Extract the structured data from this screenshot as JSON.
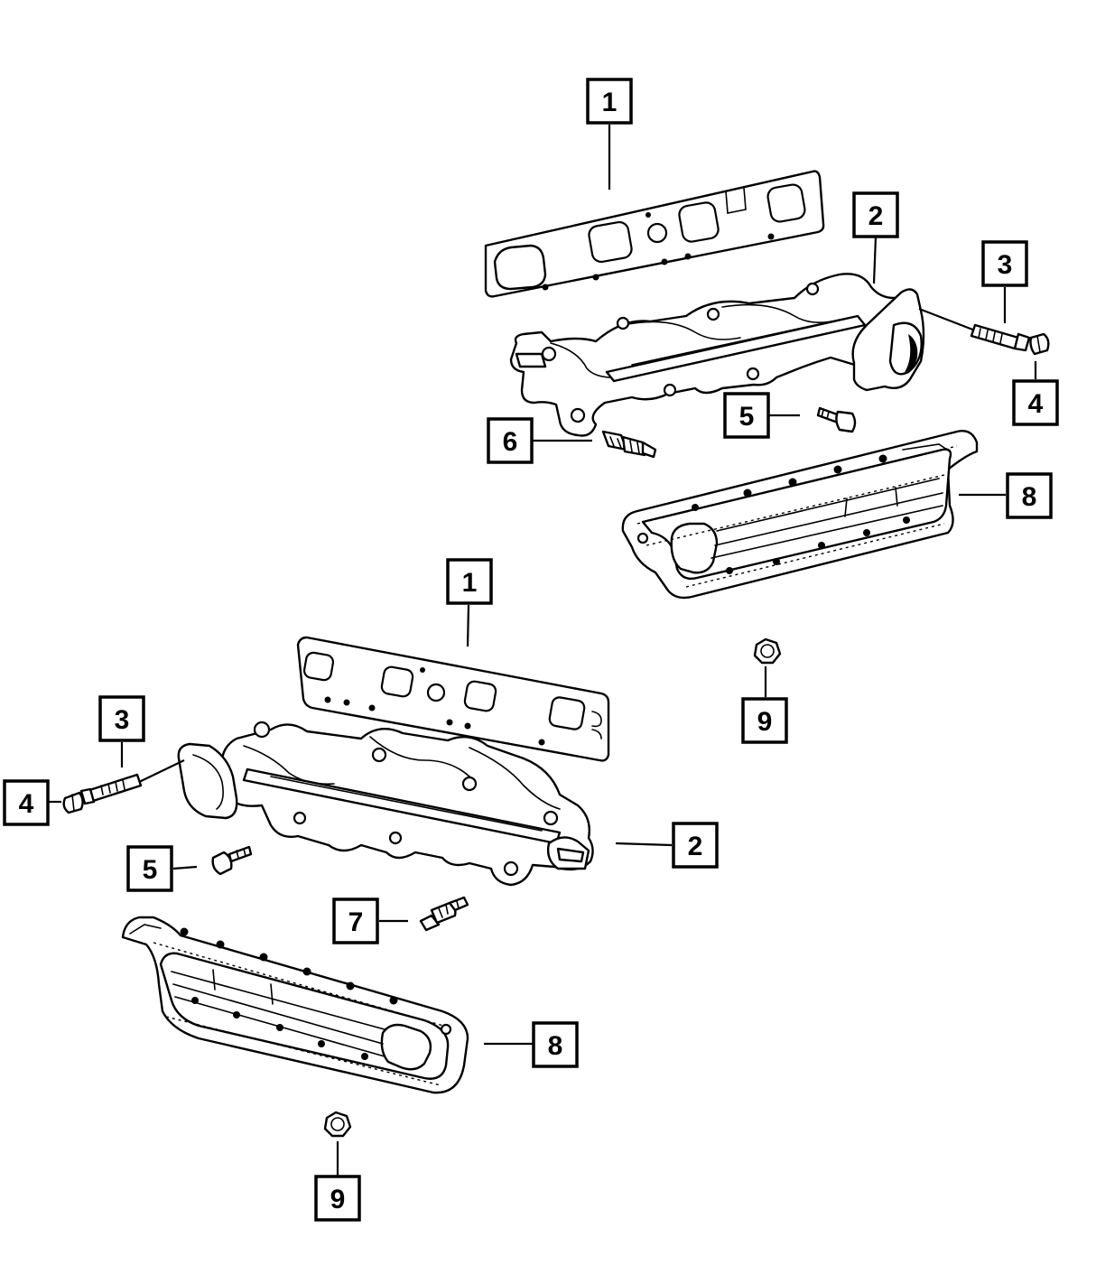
{
  "callouts": {
    "upper": {
      "gasket": "1",
      "manifold": "2",
      "stud": "3",
      "nut": "4",
      "bolt": "5",
      "sensor": "6",
      "heat_shield": "8",
      "shield_nut": "9"
    },
    "lower": {
      "gasket": "1",
      "manifold": "2",
      "stud": "3",
      "nut": "4",
      "bolt": "5",
      "sensor": "7",
      "heat_shield": "8",
      "shield_nut": "9"
    }
  },
  "colors": {
    "line": "#000000",
    "background": "#ffffff"
  }
}
